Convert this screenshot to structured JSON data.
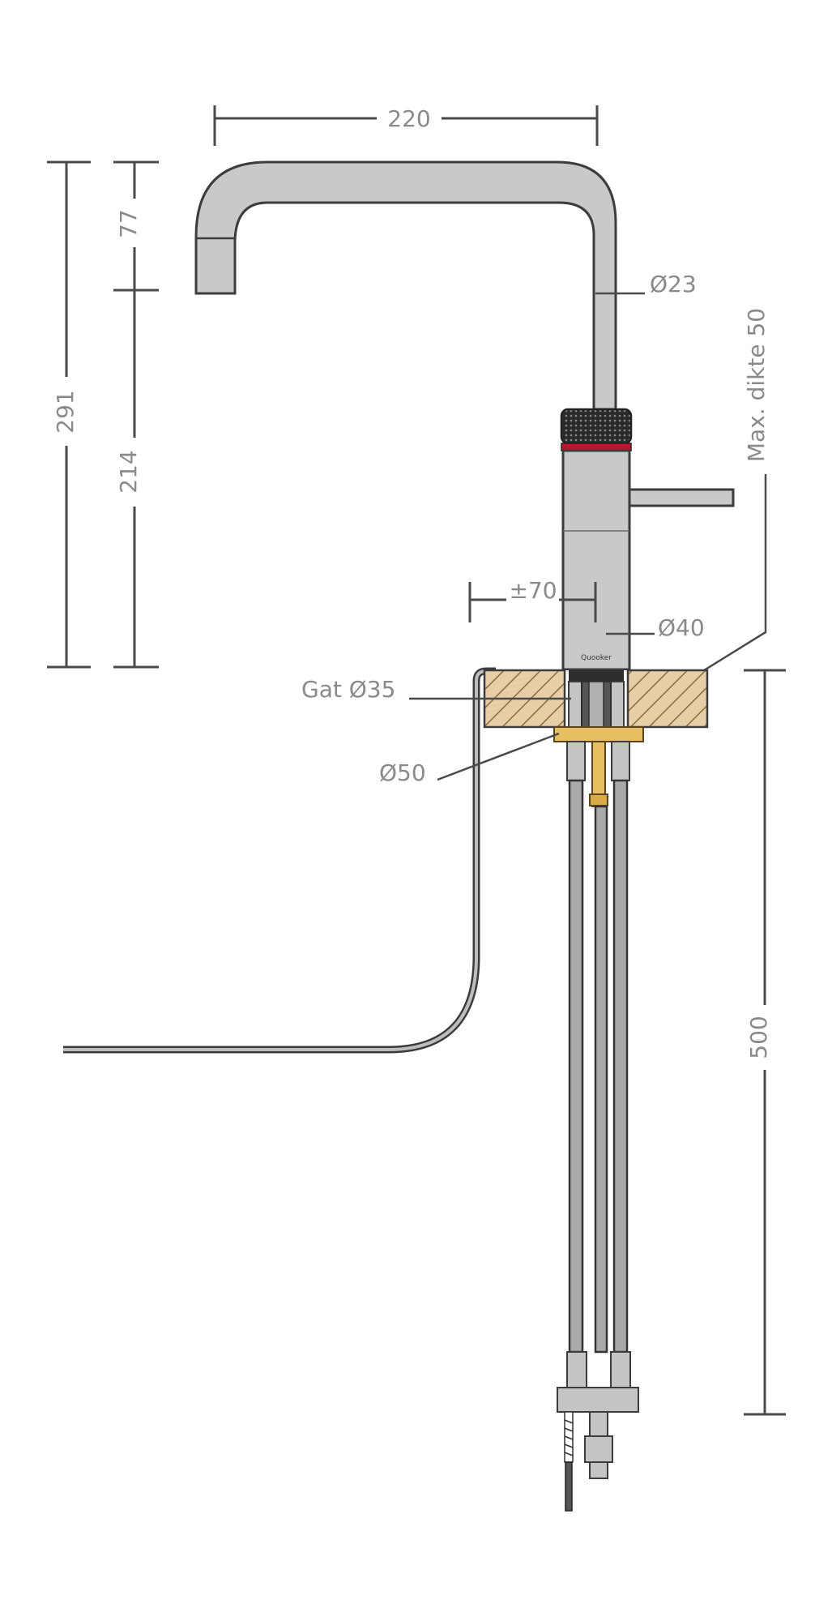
{
  "dimensions": {
    "spout_width": "220",
    "total_height": "291",
    "spout_drop": "77",
    "body_height": "214",
    "pipe_diameter": "Ø23",
    "body_diameter": "Ø40",
    "handle_offset": "±70",
    "hole_diameter": "Gat Ø35",
    "flange_diameter": "Ø50",
    "max_thickness": "Max. dikte 50",
    "hose_length": "500"
  },
  "brand": "Quooker",
  "colors": {
    "chrome": "#c9c9c9",
    "outline": "#3c3c3c",
    "wood": "#e6cfa6",
    "brass": "#e8be63",
    "accent_red": "#c8102e",
    "label_gray": "#8a8a8a"
  }
}
